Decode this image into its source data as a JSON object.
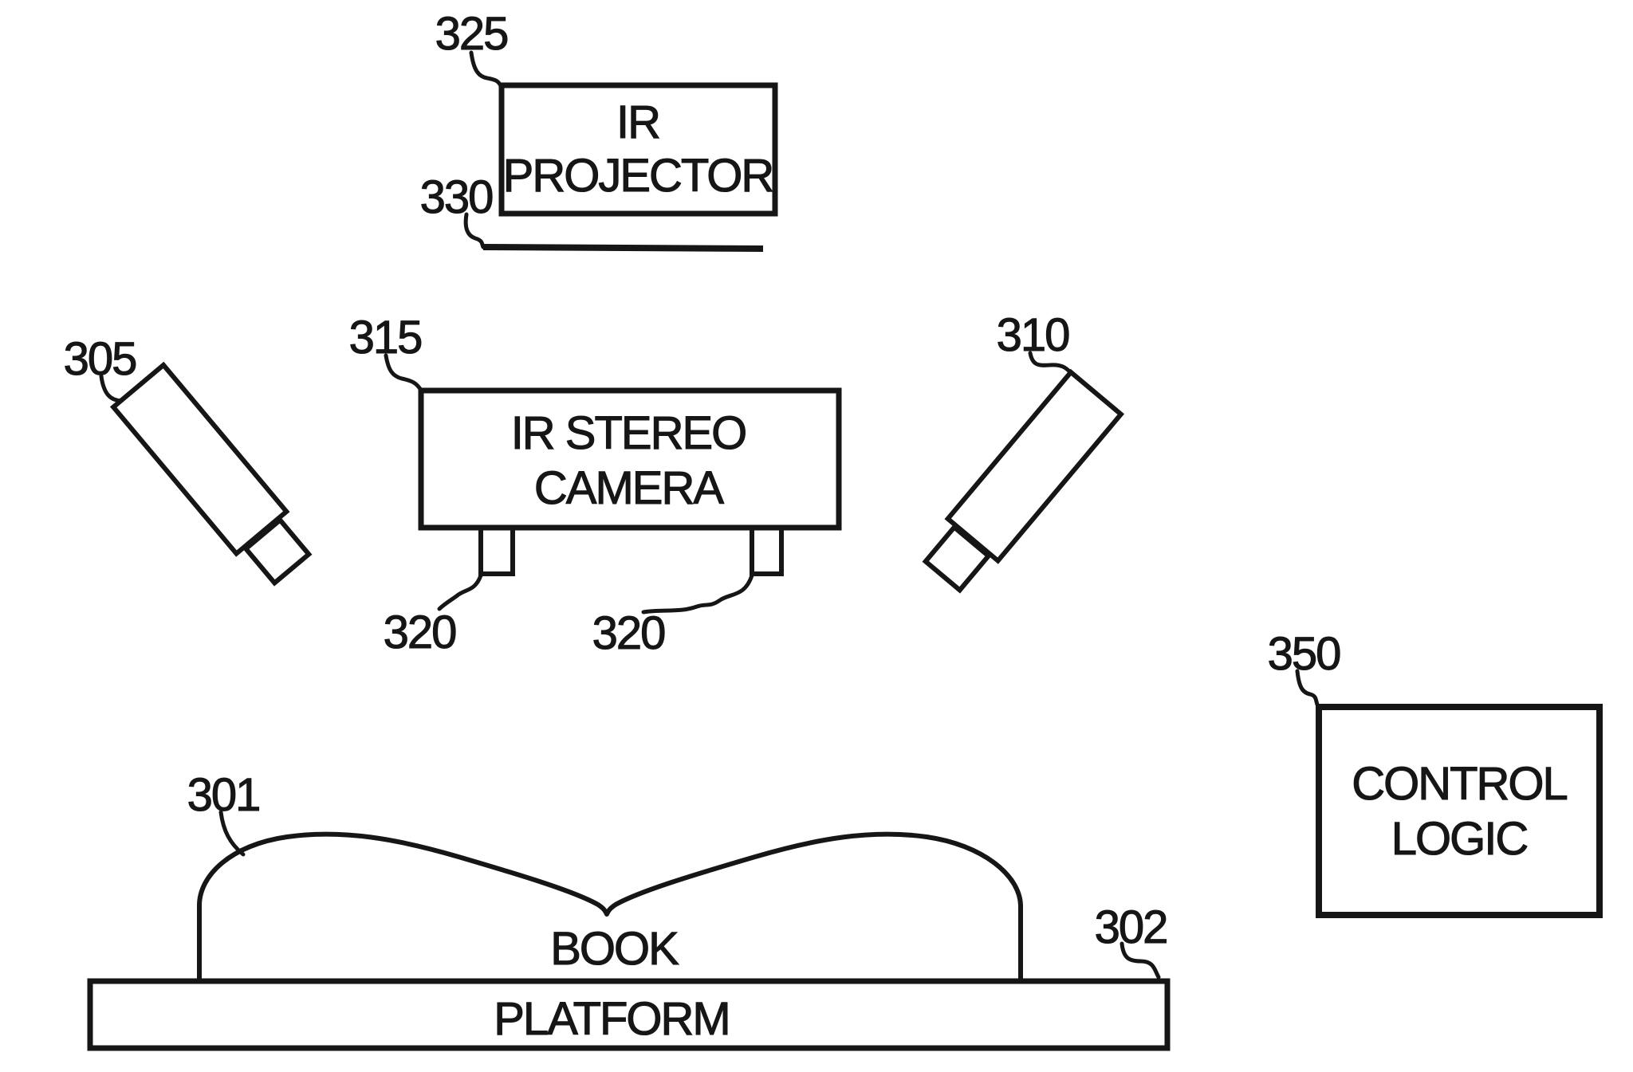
{
  "page": {
    "background": "#ffffff",
    "ink": "#161616"
  },
  "diagram": {
    "ir_projector": {
      "ref": "325",
      "line1": "IR",
      "line2": "PROJECTOR"
    },
    "projector_line": {
      "ref": "330"
    },
    "ir_stereo_camera": {
      "ref": "315",
      "line1": "IR STEREO",
      "line2": "CAMERA"
    },
    "camera_tab_left": {
      "ref": "320"
    },
    "camera_tab_right": {
      "ref": "320"
    },
    "device_left": {
      "ref": "305"
    },
    "device_right": {
      "ref": "310"
    },
    "control_logic": {
      "ref": "350",
      "line1": "CONTROL",
      "line2": "LOGIC"
    },
    "book": {
      "ref": "301",
      "label": "BOOK"
    },
    "platform": {
      "ref": "302",
      "label": "PLATFORM"
    }
  }
}
